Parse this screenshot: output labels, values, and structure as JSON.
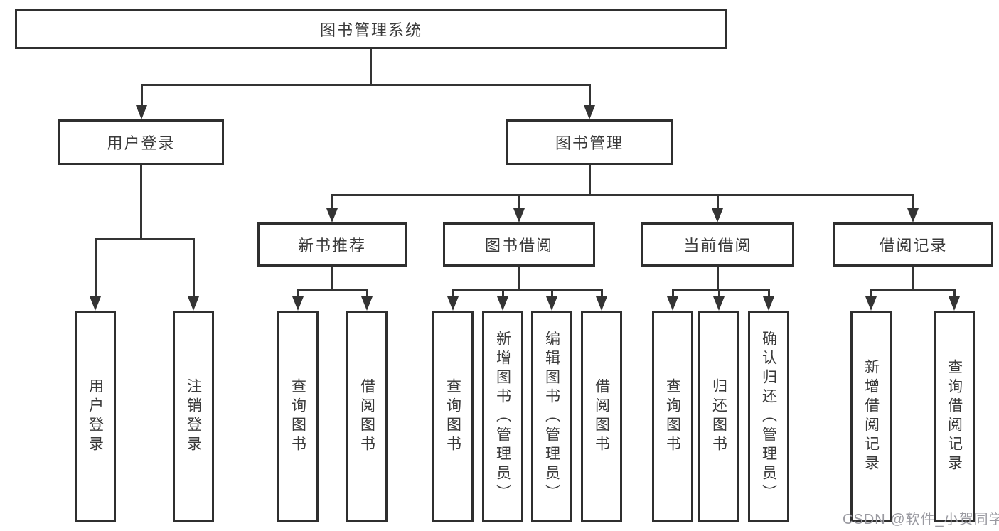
{
  "title": "图书管理系统",
  "tree": {
    "root": {
      "label": "图书管理系统"
    },
    "branches": [
      {
        "label": "用户登录",
        "children": [
          {
            "label": "用户登录"
          },
          {
            "label": "注销登录"
          }
        ]
      },
      {
        "label": "图书管理",
        "groups": [
          {
            "label": "新书推荐",
            "children": [
              {
                "label": "查询图书"
              },
              {
                "label": "借阅图书"
              }
            ]
          },
          {
            "label": "图书借阅",
            "children": [
              {
                "label": "查询图书"
              },
              {
                "label": "新增图书（管理员）"
              },
              {
                "label": "编辑图书（管理员）"
              },
              {
                "label": "借阅图书"
              }
            ]
          },
          {
            "label": "当前借阅",
            "children": [
              {
                "label": "查询图书"
              },
              {
                "label": "归还图书"
              },
              {
                "label": "确认归还（管理员）"
              }
            ]
          },
          {
            "label": "借阅记录",
            "children": [
              {
                "label": "新增借阅记录"
              },
              {
                "label": "查询借阅记录"
              }
            ]
          }
        ]
      }
    ]
  },
  "watermark": {
    "text": "CSDN @软件_小贺同学"
  },
  "colors": {
    "line": "#343434",
    "text": "#3a3a3a",
    "background": "#ffffff",
    "watermark": "#9a9aa1"
  }
}
